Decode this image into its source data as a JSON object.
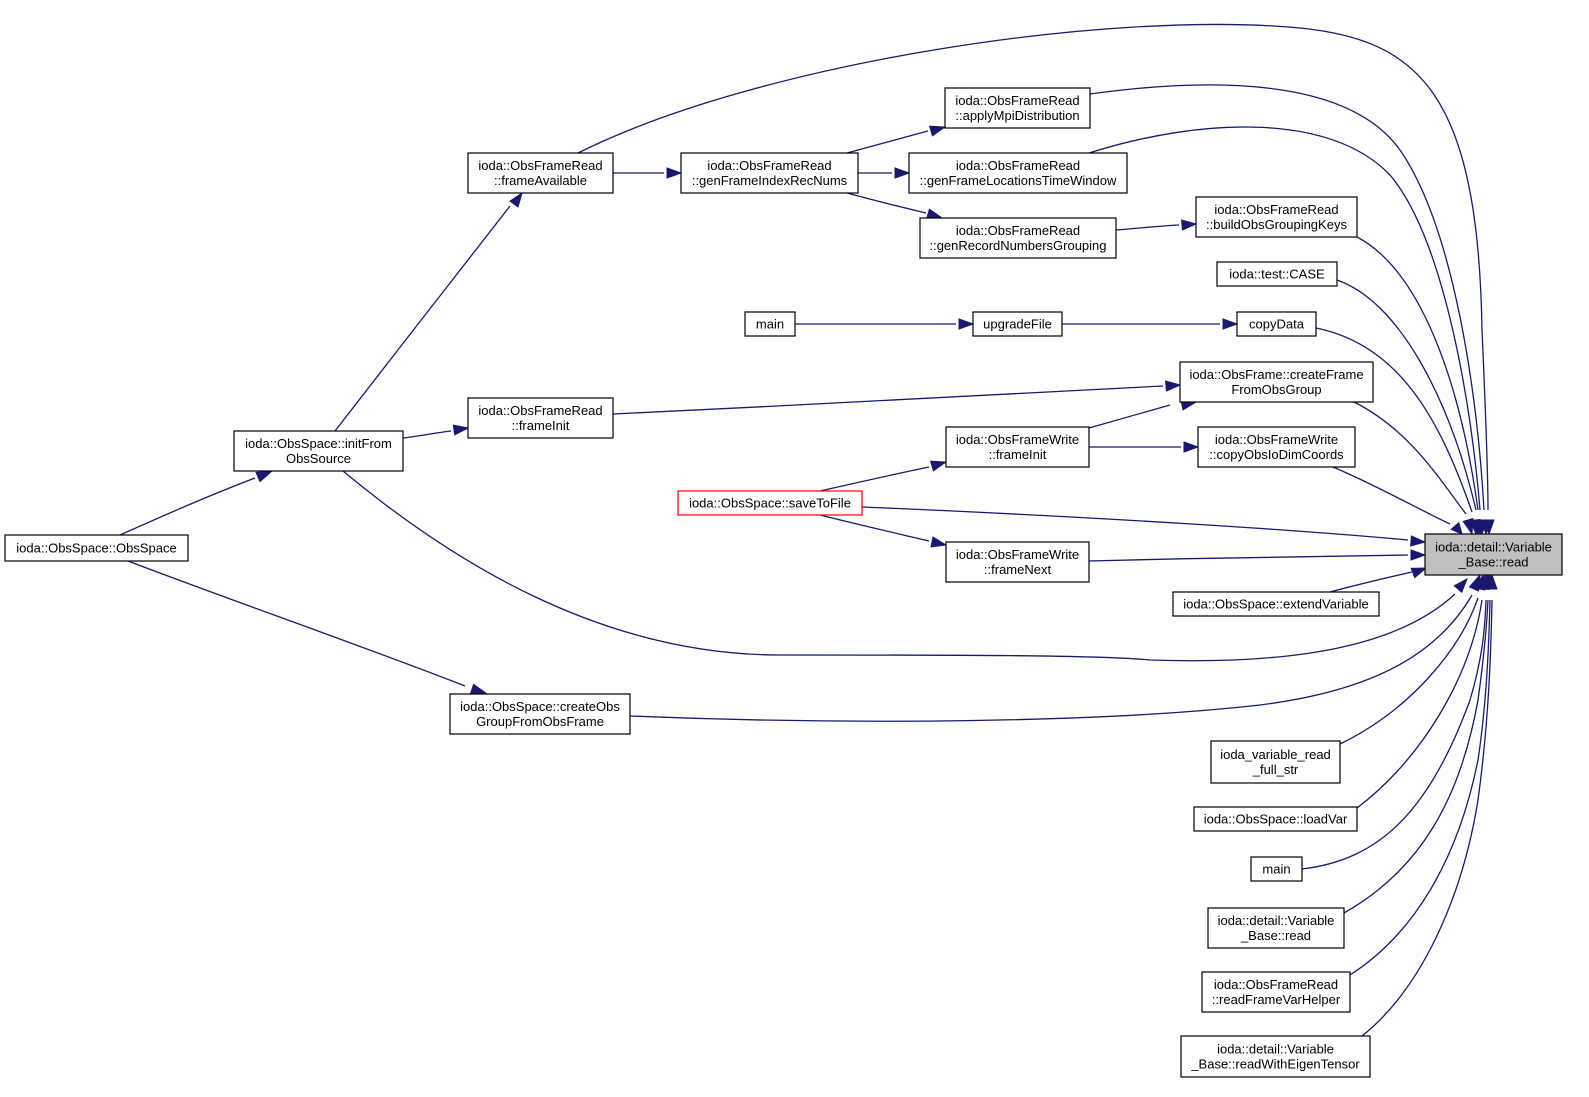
{
  "diagram": {
    "colors": {
      "edge": "#191970",
      "node_border": "#000000",
      "node_fill": "#ffffff",
      "highlight_fill": "#bfbfbf",
      "alert_border": "#ff0000"
    },
    "nodes": [
      {
        "id": "target",
        "lines": [
          "ioda::detail::Variable",
          "_Base::read"
        ],
        "style": "highlight"
      },
      {
        "id": "frameAvailable",
        "lines": [
          "ioda::ObsFrameRead",
          "::frameAvailable"
        ]
      },
      {
        "id": "genFrameIndexRecNums",
        "lines": [
          "ioda::ObsFrameRead",
          "::genFrameIndexRecNums"
        ]
      },
      {
        "id": "applyMpiDistribution",
        "lines": [
          "ioda::ObsFrameRead",
          "::applyMpiDistribution"
        ]
      },
      {
        "id": "genFrameLocationsTimeWindow",
        "lines": [
          "ioda::ObsFrameRead",
          "::genFrameLocationsTimeWindow"
        ]
      },
      {
        "id": "genRecordNumbersGrouping",
        "lines": [
          "ioda::ObsFrameRead",
          "::genRecordNumbersGrouping"
        ]
      },
      {
        "id": "buildObsGroupingKeys",
        "lines": [
          "ioda::ObsFrameRead",
          "::buildObsGroupingKeys"
        ]
      },
      {
        "id": "testCase",
        "lines": [
          "ioda::test::CASE"
        ]
      },
      {
        "id": "mainUpgrade",
        "lines": [
          "main"
        ]
      },
      {
        "id": "upgradeFile",
        "lines": [
          "upgradeFile"
        ]
      },
      {
        "id": "copyData",
        "lines": [
          "copyData"
        ]
      },
      {
        "id": "createFrameFromObsGroup",
        "lines": [
          "ioda::ObsFrame::createFrame",
          "FromObsGroup"
        ]
      },
      {
        "id": "frameInitRead",
        "lines": [
          "ioda::ObsFrameRead",
          "::frameInit"
        ]
      },
      {
        "id": "initFromObsSource",
        "lines": [
          "ioda::ObsSpace::initFrom",
          "ObsSource"
        ]
      },
      {
        "id": "frameInitWrite",
        "lines": [
          "ioda::ObsFrameWrite",
          "::frameInit"
        ]
      },
      {
        "id": "copyObsIoDimCoords",
        "lines": [
          "ioda::ObsFrameWrite",
          "::copyObsIoDimCoords"
        ]
      },
      {
        "id": "saveToFile",
        "lines": [
          "ioda::ObsSpace::saveToFile"
        ],
        "style": "red"
      },
      {
        "id": "obsSpaceCtor",
        "lines": [
          "ioda::ObsSpace::ObsSpace"
        ]
      },
      {
        "id": "frameNext",
        "lines": [
          "ioda::ObsFrameWrite",
          "::frameNext"
        ]
      },
      {
        "id": "extendVariable",
        "lines": [
          "ioda::ObsSpace::extendVariable"
        ]
      },
      {
        "id": "createObsGroupFromObsFrame",
        "lines": [
          "ioda::ObsSpace::createObs",
          "GroupFromObsFrame"
        ]
      },
      {
        "id": "variableReadFullStr",
        "lines": [
          "ioda_variable_read",
          "_full_str"
        ]
      },
      {
        "id": "loadVar",
        "lines": [
          "ioda::ObsSpace::loadVar"
        ]
      },
      {
        "id": "mainLone",
        "lines": [
          "main"
        ]
      },
      {
        "id": "variableBaseRead2",
        "lines": [
          "ioda::detail::Variable",
          "_Base::read"
        ]
      },
      {
        "id": "readFrameVarHelper",
        "lines": [
          "ioda::ObsFrameRead",
          "::readFrameVarHelper"
        ]
      },
      {
        "id": "readWithEigenTensor",
        "lines": [
          "ioda::detail::Variable",
          "_Base::readWithEigenTensor"
        ]
      }
    ],
    "edges": [
      {
        "from": "frameAvailable",
        "to": "target"
      },
      {
        "from": "applyMpiDistribution",
        "to": "target"
      },
      {
        "from": "genFrameLocationsTimeWindow",
        "to": "target"
      },
      {
        "from": "buildObsGroupingKeys",
        "to": "target"
      },
      {
        "from": "testCase",
        "to": "target"
      },
      {
        "from": "copyData",
        "to": "target"
      },
      {
        "from": "createFrameFromObsGroup",
        "to": "target"
      },
      {
        "from": "copyObsIoDimCoords",
        "to": "target"
      },
      {
        "from": "saveToFile",
        "to": "target"
      },
      {
        "from": "frameNext",
        "to": "target"
      },
      {
        "from": "extendVariable",
        "to": "target"
      },
      {
        "from": "initFromObsSource",
        "to": "target"
      },
      {
        "from": "createObsGroupFromObsFrame",
        "to": "target"
      },
      {
        "from": "variableReadFullStr",
        "to": "target"
      },
      {
        "from": "loadVar",
        "to": "target"
      },
      {
        "from": "mainLone",
        "to": "target"
      },
      {
        "from": "variableBaseRead2",
        "to": "target"
      },
      {
        "from": "readFrameVarHelper",
        "to": "target"
      },
      {
        "from": "readWithEigenTensor",
        "to": "target"
      },
      {
        "from": "frameAvailable",
        "to": "genFrameIndexRecNums"
      },
      {
        "from": "genFrameIndexRecNums",
        "to": "applyMpiDistribution"
      },
      {
        "from": "genFrameIndexRecNums",
        "to": "genFrameLocationsTimeWindow"
      },
      {
        "from": "genFrameIndexRecNums",
        "to": "genRecordNumbersGrouping"
      },
      {
        "from": "genRecordNumbersGrouping",
        "to": "buildObsGroupingKeys"
      },
      {
        "from": "mainUpgrade",
        "to": "upgradeFile"
      },
      {
        "from": "upgradeFile",
        "to": "copyData"
      },
      {
        "from": "frameInitRead",
        "to": "createFrameFromObsGroup"
      },
      {
        "from": "frameInitWrite",
        "to": "createFrameFromObsGroup"
      },
      {
        "from": "frameInitWrite",
        "to": "copyObsIoDimCoords"
      },
      {
        "from": "initFromObsSource",
        "to": "frameAvailable"
      },
      {
        "from": "initFromObsSource",
        "to": "frameInitRead"
      },
      {
        "from": "saveToFile",
        "to": "frameInitWrite"
      },
      {
        "from": "saveToFile",
        "to": "frameNext"
      },
      {
        "from": "obsSpaceCtor",
        "to": "initFromObsSource"
      },
      {
        "from": "obsSpaceCtor",
        "to": "createObsGroupFromObsFrame"
      }
    ]
  }
}
